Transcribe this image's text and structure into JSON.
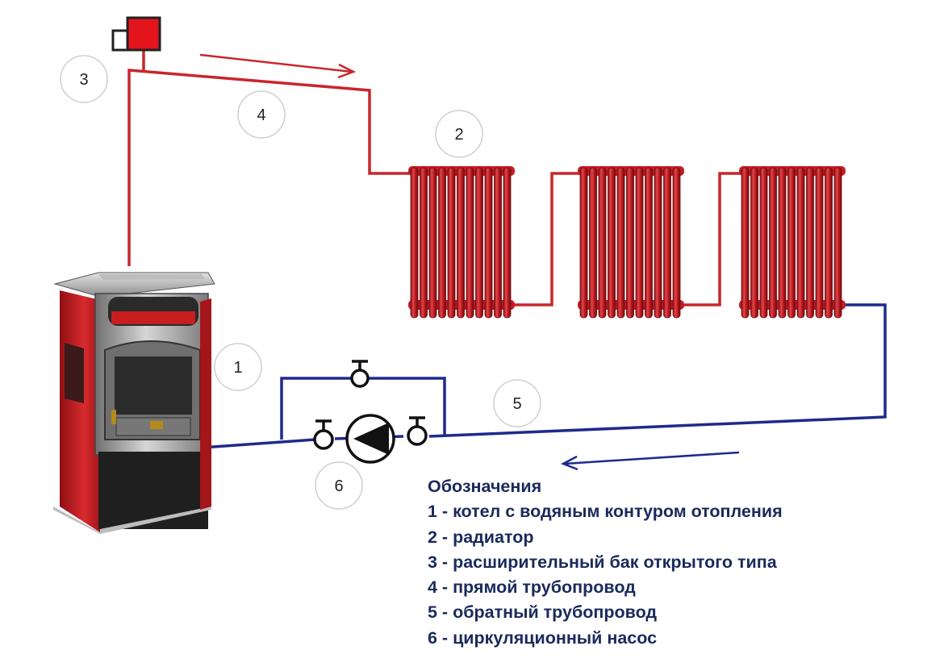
{
  "callouts": [
    {
      "id": "boiler",
      "number": "1"
    },
    {
      "id": "radiator",
      "number": "2"
    },
    {
      "id": "expansion-tank",
      "number": "3"
    },
    {
      "id": "supply-pipe",
      "number": "4"
    },
    {
      "id": "return-pipe",
      "number": "5"
    },
    {
      "id": "pump",
      "number": "6"
    }
  ],
  "legend": {
    "title": "Обозначения",
    "items": [
      "1 - котел с водяным контуром отопления",
      "2 - радиатор",
      "3 - расширительный бак открытого типа",
      "4 - прямой трубопровод",
      "5 - обратный трубопровод",
      "6 - циркуляционный насос"
    ]
  },
  "colors": {
    "supply_pipe": "#c8262c",
    "return_pipe": "#1f2a8c",
    "tank": "#e3141c",
    "radiator": "#c41e24",
    "boiler_body": "#c81e22",
    "boiler_metal": "#8e8e8e",
    "legend_text": "#1a2a5c"
  },
  "icons": {
    "pump": "circulation-pump-icon",
    "valve": "valve-icon",
    "tank": "expansion-tank-icon",
    "boiler": "boiler-stove-icon",
    "radiator": "radiator-icon"
  }
}
